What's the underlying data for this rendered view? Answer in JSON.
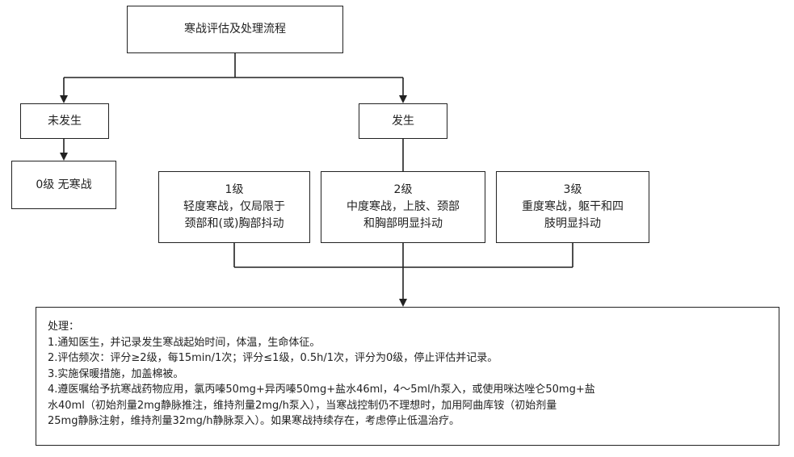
{
  "title": "寒战评估及处理流程",
  "branches": {
    "not_occurred": {
      "label": "未发生",
      "result": "0级 无寒战"
    },
    "occurred": {
      "label": "发生",
      "levels": [
        {
          "level": "1级",
          "lines": [
            "轻度寒战，仅局限于",
            "颈部和(或)胸部抖动"
          ]
        },
        {
          "level": "2级",
          "lines": [
            "中度寒战，上肢、颈部",
            "和胸部明显抖动"
          ]
        },
        {
          "level": "3级",
          "lines": [
            "重度寒战，躯干和四",
            "肢明显抖动"
          ]
        }
      ]
    }
  },
  "treatment": {
    "heading": "处理：",
    "lines": [
      "1.通知医生，并记录发生寒战起始时间，体温，生命体征。",
      "2.评估频次：评分≥2级，每15min/1次；评分≤1级，0.5h/1次，评分为0级，停止评估并记录。",
      "3.实施保暖措施，加盖棉被。",
      "4.遵医嘱给予抗寒战药物应用，氯丙嗪50mg+异丙嗪50mg+盐水46ml，4～5ml/h泵入，或使用咪达唑仑50mg+盐",
      "水40ml（初始剂量2mg静脉推注，维持剂量2mg/h泵入），当寒战控制仍不理想时，加用阿曲库铵（初始剂量",
      "25mg静脉注射，维持剂量32mg/h静脉泵入）。如果寒战持续存在，考虑停止低温治疗。"
    ]
  }
}
